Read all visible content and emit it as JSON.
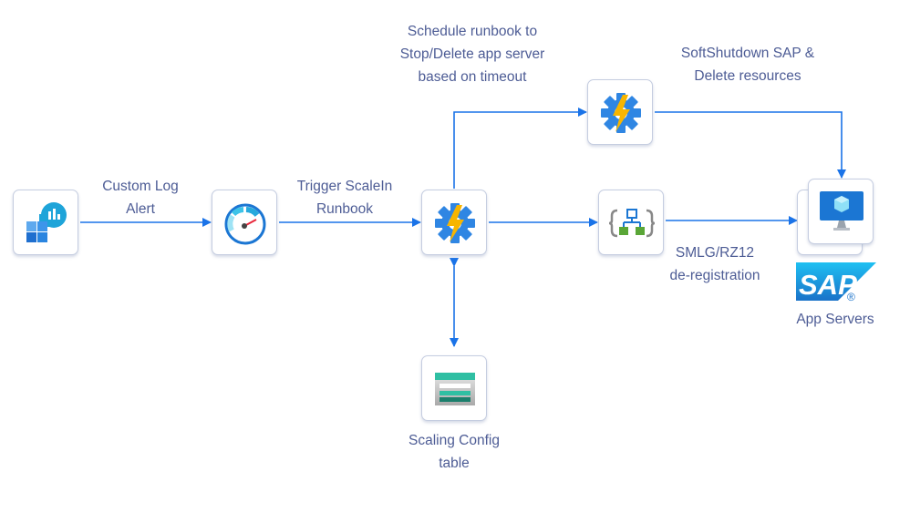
{
  "diagram": {
    "nodes": [
      {
        "id": "log-analytics",
        "icon": "log-analytics-icon"
      },
      {
        "id": "azure-monitor-alert",
        "icon": "monitor-gauge-icon"
      },
      {
        "id": "automation-runbook-scalein",
        "icon": "automation-gear-bolt-icon"
      },
      {
        "id": "automation-runbook-scheduled",
        "icon": "automation-gear-bolt-icon"
      },
      {
        "id": "logic-app-smlg",
        "icon": "logic-app-icon"
      },
      {
        "id": "app-servers",
        "icon": "virtual-machine-icon",
        "label": "App Servers",
        "brand": "SAP"
      },
      {
        "id": "scaling-config-table",
        "icon": "table-storage-icon",
        "label_lines": [
          "Scaling Config",
          "table"
        ]
      }
    ],
    "edge_labels": {
      "custom_log_alert": [
        "Custom Log",
        "Alert"
      ],
      "trigger_scalein": [
        "Trigger ScaleIn",
        "Runbook"
      ],
      "schedule_runbook": [
        "Schedule runbook to",
        "Stop/Delete app server",
        "based on timeout"
      ],
      "softshutdown": [
        "SoftShutdown SAP &",
        "Delete resources"
      ],
      "smlg": [
        "SMLG/RZ12",
        "de-registration"
      ]
    },
    "sap_logo_text": "SAP",
    "sap_registered": "®",
    "colors": {
      "edge": "#1a73e8",
      "label_text": "#4d5c95",
      "node_border": "#c5cde0"
    }
  }
}
